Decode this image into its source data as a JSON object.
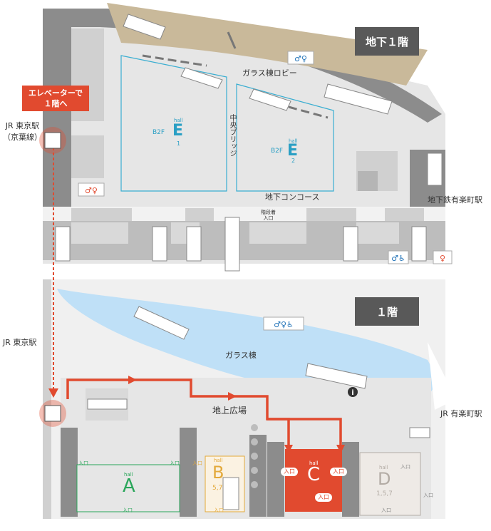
{
  "floors": {
    "b1_label": "地下１階",
    "f1_label": "１階"
  },
  "callout": {
    "elevator": "エレベーターで\n１階へ"
  },
  "places": {
    "jr_tokyo_keiyo": "JR 東京駅\n（京葉線）",
    "jr_tokyo": "JR 東京駅",
    "jr_yurakucho": "JR 有楽町駅",
    "subway_yurakucho": "地下鉄有楽町駅",
    "glass_lobby": "ガラス棟ロビー",
    "central_bridge": "中央ブリッジ",
    "underground_concourse": "地下コンコース",
    "glass_building": "ガラス棟",
    "ground_plaza": "地上広場",
    "stair_entrance": "階段着\n入口"
  },
  "halls": [
    {
      "id": "E1",
      "level": "B2F",
      "word": "hall",
      "letter": "E",
      "num": "1",
      "color": "#2a9fc4"
    },
    {
      "id": "E2",
      "level": "B2F",
      "word": "hall",
      "letter": "E",
      "num": "2",
      "color": "#2a9fc4"
    },
    {
      "id": "A",
      "word": "hall",
      "letter": "A",
      "num": "",
      "color": "#2aa65a"
    },
    {
      "id": "B",
      "word": "hall",
      "letter": "B",
      "num": "5,7",
      "color": "#e3a93b"
    },
    {
      "id": "C",
      "word": "hall",
      "letter": "C",
      "num": "",
      "color": "#e14a2f"
    },
    {
      "id": "D",
      "word": "hall",
      "letter": "D",
      "num": "1,5,7",
      "color": "#b3aca5"
    }
  ],
  "entrance_label": "入口",
  "colors": {
    "route": "#e14a2f",
    "wall": "#8c8c8c",
    "room": "#d9d9d9",
    "floor": "#f0f0f0",
    "glass": "#bfe0f7",
    "roof": "#c9b99a"
  }
}
